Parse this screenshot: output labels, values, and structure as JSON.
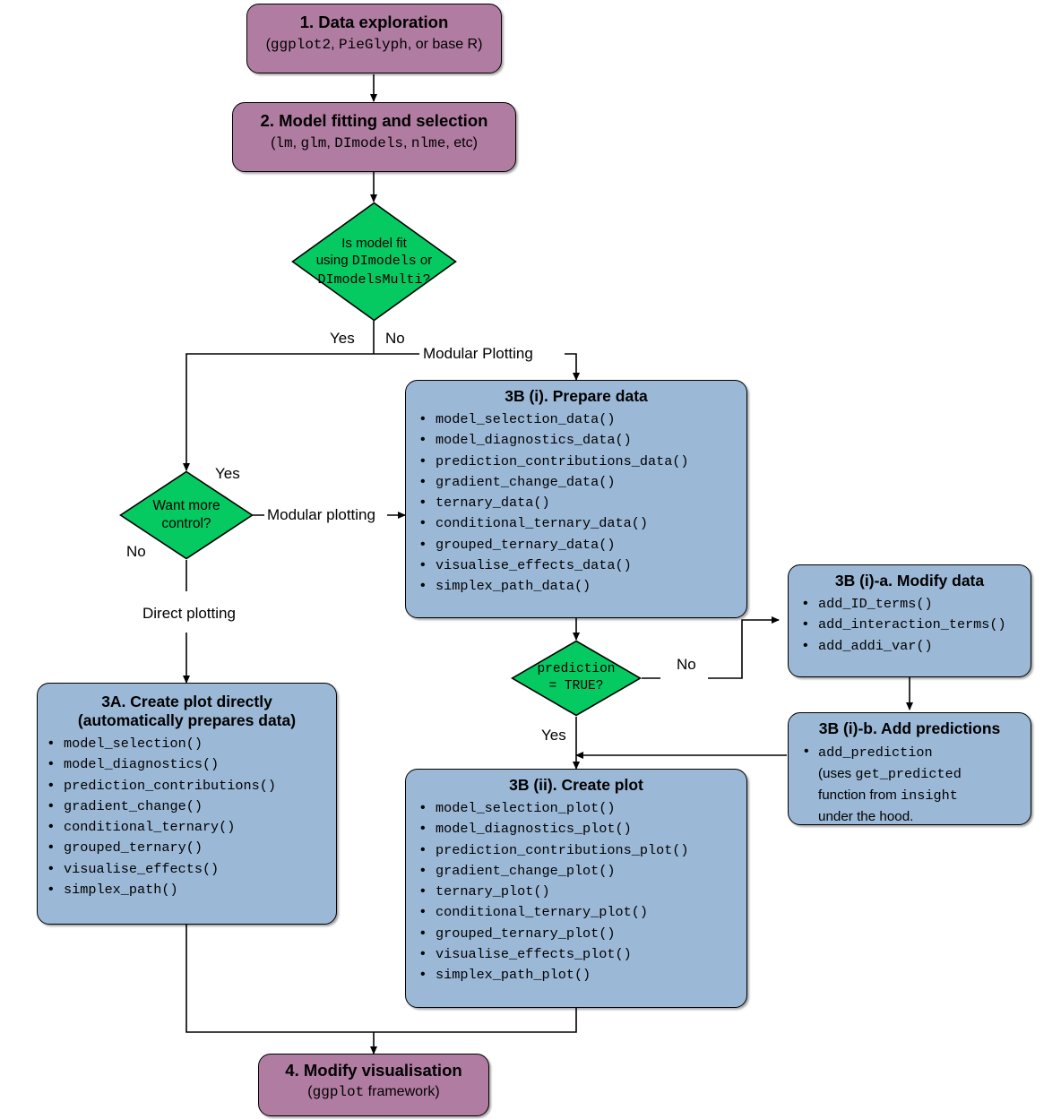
{
  "diagram": {
    "title": "DImodelsVis workflow flowchart",
    "colors": {
      "purple": "#b07ca1",
      "blue": "#9bb8d6",
      "green": "#05c961",
      "stroke": "#000000"
    }
  },
  "nodes": {
    "data_exploration": {
      "title": "1. Data exploration",
      "subtitle_parts": [
        "(",
        "ggplot2",
        ", ",
        "PieGlyph",
        ", or base R)"
      ]
    },
    "model_fitting": {
      "title": "2. Model fitting and selection",
      "subtitle_parts": [
        "(",
        "lm",
        ", ",
        "glm",
        ", ",
        "DImodels",
        ", ",
        "nlme",
        ", etc)"
      ]
    },
    "decision_model_fit": {
      "line1": "Is model fit",
      "line2_a": "using ",
      "line2_b": "DImodels",
      "line2_c": " or",
      "line3": "DImodelsMulti?"
    },
    "decision_want_control": {
      "line1": "Want more",
      "line2": "control?"
    },
    "decision_prediction": {
      "line1": "prediction",
      "line2": "= TRUE?"
    },
    "prepare_data": {
      "title": "3B (i). Prepare data",
      "items": [
        "model_selection_data()",
        "model_diagnostics_data()",
        "prediction_contributions_data()",
        "gradient_change_data()",
        "ternary_data()",
        "conditional_ternary_data()",
        "grouped_ternary_data()",
        "visualise_effects_data()",
        "simplex_path_data()"
      ]
    },
    "modify_data": {
      "title": "3B (i)-a. Modify data",
      "items": [
        "add_ID_terms()",
        "add_interaction_terms()",
        "add_addi_var()"
      ]
    },
    "add_predictions": {
      "title": "3B (i)-b. Add predictions",
      "body_parts": [
        "add_prediction",
        "(uses ",
        "get_predicted",
        "function from ",
        "insight",
        "under the hood."
      ]
    },
    "create_plot_directly": {
      "title_line1": "3A. Create plot directly",
      "title_line2": "(automatically prepares data)",
      "items": [
        "model_selection()",
        "model_diagnostics()",
        "prediction_contributions()",
        "gradient_change()",
        "conditional_ternary()",
        "grouped_ternary()",
        "visualise_effects()",
        "simplex_path()"
      ]
    },
    "create_plot": {
      "title": "3B (ii). Create plot",
      "items": [
        "model_selection_plot()",
        "model_diagnostics_plot()",
        "prediction_contributions_plot()",
        "gradient_change_plot()",
        "ternary_plot()",
        "conditional_ternary_plot()",
        "grouped_ternary_plot()",
        "visualise_effects_plot()",
        "simplex_path_plot()"
      ]
    },
    "modify_visualisation": {
      "title": "4. Modify visualisation",
      "subtitle_parts": [
        "(",
        "ggplot",
        " framework)"
      ]
    }
  },
  "edge_labels": {
    "yes_model_fit": "Yes",
    "no_model_fit": "No",
    "modular_plotting_upper": "Modular Plotting",
    "yes_want_control": "Yes",
    "no_want_control": "No",
    "modular_plotting_lower": "Modular plotting",
    "direct_plotting": "Direct plotting",
    "no_prediction": "No",
    "yes_prediction": "Yes"
  }
}
